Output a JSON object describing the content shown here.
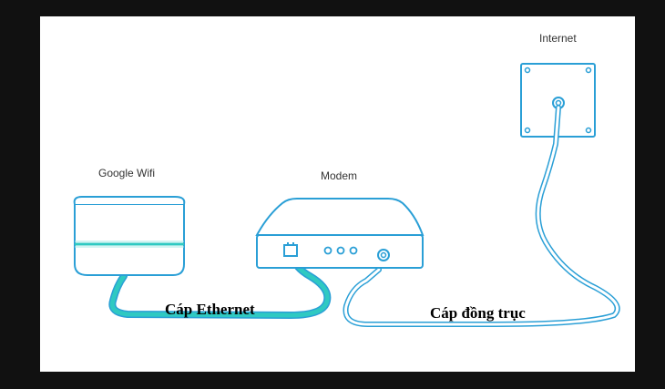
{
  "labels": {
    "internet": "Internet",
    "google_wifi": "Google Wifi",
    "modem": "Modem",
    "ethernet_cable": "Cáp Ethernet",
    "coax_cable": "Cáp đồng trục"
  },
  "colors": {
    "outline": "#2a9fd6",
    "cable_teal": "#2fc9c2",
    "background": "#ffffff",
    "frame": "#111111"
  }
}
